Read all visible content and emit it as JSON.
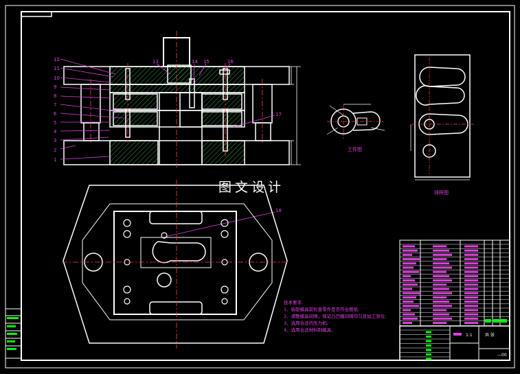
{
  "watermark": "图文设计",
  "labels": {
    "workpiece": "工件图",
    "strip": "排样图"
  },
  "part_numbers": [
    "1",
    "2",
    "3",
    "4",
    "5",
    "6",
    "7",
    "8",
    "9",
    "10",
    "11",
    "12",
    "13",
    "14",
    "15",
    "16",
    "17",
    "18"
  ],
  "tech_notes": {
    "title": "技术要求:",
    "items": [
      "1、装配模具前检查零件是否符合图纸;",
      "2、调整模具间隙，保证凸凹模间隙均匀且加工到位;",
      "3、选用合适的压力机;",
      "4、选用合适材料制模具;"
    ]
  },
  "title_block": {
    "scale": "1:1",
    "right_top": "共 张",
    "sheet": "—00"
  },
  "colors": {
    "line": "#ffffff",
    "leader": "#e040e0",
    "center": "#ff4040",
    "hatch": "#2fa84f",
    "dim": "#ffffff",
    "highlight": "#00ff00"
  }
}
